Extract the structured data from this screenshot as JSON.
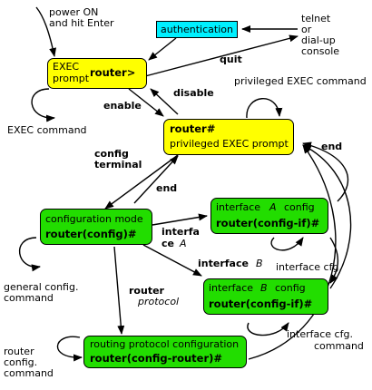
{
  "texts": {
    "power_line1": "power ON",
    "power_line2": "and hit Enter",
    "authentication": "authentication",
    "telnet_line1": "telnet",
    "telnet_line2": "or",
    "telnet_line3": "dial-up",
    "telnet_line4": "console",
    "quit": "quit",
    "exec_line1": "EXEC",
    "exec_line2": "prompt",
    "exec_prompt": "router>",
    "disable": "disable",
    "enable": "enable",
    "exec_command": "EXEC command",
    "privileged_exec_command": "privileged EXEC command",
    "priv_prompt": "router#",
    "priv_label": "privileged EXEC prompt",
    "end_top": "end",
    "config": "config",
    "terminal": "terminal",
    "end_mid": "end",
    "config_mode_label": "configuration mode",
    "config_prompt": "router(config)#",
    "interface_a_arrow_1": "interfa",
    "interface_a_arrow_2": "ce",
    "interface_a_arrow_var": "A",
    "iface_a_box_1": "interface",
    "iface_a_box_var": "A",
    "iface_a_box_2": "config",
    "iface_a_prompt": "router(config-if)#",
    "interface_cfg_a": "interface cfg.",
    "interface_b_arrow": "interface",
    "interface_b_arrow_var": "B",
    "iface_b_box_1": "interface",
    "iface_b_box_var": "B",
    "iface_b_box_2": "config",
    "iface_b_prompt": "router(config-if)#",
    "interface_cfg_b_1": "interface cfg.",
    "interface_cfg_b_2": "command",
    "general_1": "general config.",
    "general_2": "command",
    "router_cmd": "router",
    "protocol_var": "protocol",
    "routing_label": "routing protocol configuration",
    "routing_prompt": "router(config-router)#",
    "router_config_1": "router",
    "router_config_2": "config.",
    "router_config_3": "command"
  },
  "colors": {
    "yellow": "#ffff00",
    "green": "#22dd00",
    "cyan": "#00f0ff"
  }
}
